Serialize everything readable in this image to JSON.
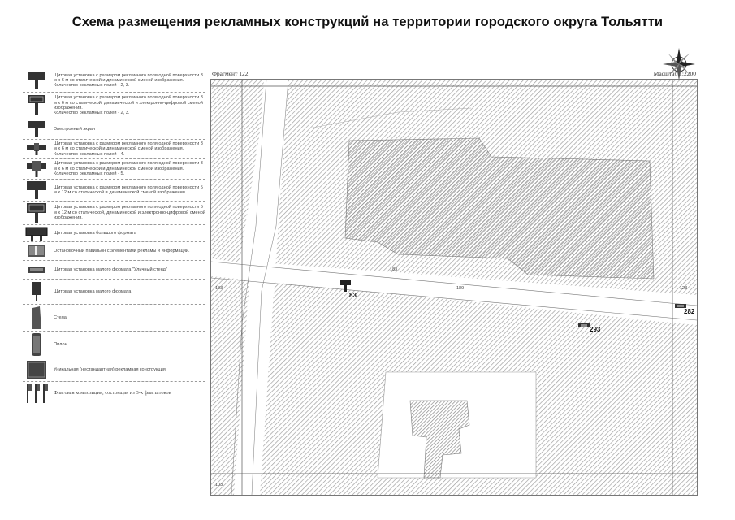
{
  "title": "Схема размещения рекламных конструкций на территории городского округа Тольятти",
  "fragment_label": "Фрагмент 122",
  "scale_label": "Масштаб 1:2200",
  "legend": [
    {
      "text": "Щитовая установка с размером рекламного поля одной поверхности 3 м х 6 м со статической и динамической сменой изображения.\nКоличество рекламных полей - 2, 3.",
      "icon": "billboard-3x6-icon"
    },
    {
      "text": "Щитовая установка с размером рекламного поля одной поверхности 3 м х 6 м со статической, динамической и электронно-цифровой сменой изображения.\nКоличество рекламных полей - 2, 3.",
      "icon": "billboard-3x6-digital-icon"
    },
    {
      "text": "Электронный экран",
      "icon": "electronic-screen-icon"
    },
    {
      "text": "Щитовая установка с размером рекламного поля одной поверхности 3 м х 6 м со статической и динамической сменой изображения.\nКоличество рекламных полей - 4.",
      "icon": "billboard-4-fields-icon"
    },
    {
      "text": "Щитовая установка с размером рекламного поля одной поверхности 3 м х 6 м со статической и динамической сменой изображения.\nКоличество рекламных полей - 5.",
      "icon": "billboard-5-fields-icon"
    },
    {
      "text": "Щитовая установка с размером рекламного поля одной поверхности 5 м х 12 м со статической и динамической сменой изображения.",
      "icon": "billboard-5x12-icon"
    },
    {
      "text": "Щитовая установка с размером рекламного поля одной поверхности 5 м х 12 м со статической, динамической и электронно-цифровой сменой изображения.",
      "icon": "billboard-5x12-digital-icon"
    },
    {
      "text": "Щитовая установка большого формата",
      "icon": "large-format-billboard-icon"
    },
    {
      "text": "Остановочный павильон с элементами рекламы и информации.",
      "icon": "bus-shelter-icon"
    },
    {
      "text": "Щитовая установка малого формата \"Уличный стенд\"",
      "icon": "street-stand-icon"
    },
    {
      "text": "Щитовая установка малого формата",
      "icon": "small-format-billboard-icon"
    },
    {
      "text": "Стела",
      "icon": "stela-icon"
    },
    {
      "text": "Пилон",
      "icon": "pylon-icon"
    },
    {
      "text": "Уникальная (нестандартная) рекламная конструкция",
      "icon": "unique-structure-icon"
    },
    {
      "text": "Флаговая композиция, состоящая из 3-х флагштоков",
      "icon": "flag-composition-icon"
    }
  ],
  "map": {
    "markers": [
      {
        "id": "83",
        "type": "billboard"
      },
      {
        "id": "293",
        "type": "street-stand"
      },
      {
        "id": "282",
        "type": "street-stand"
      }
    ],
    "labels": [
      "183",
      "189",
      "123",
      "183",
      "103"
    ]
  }
}
